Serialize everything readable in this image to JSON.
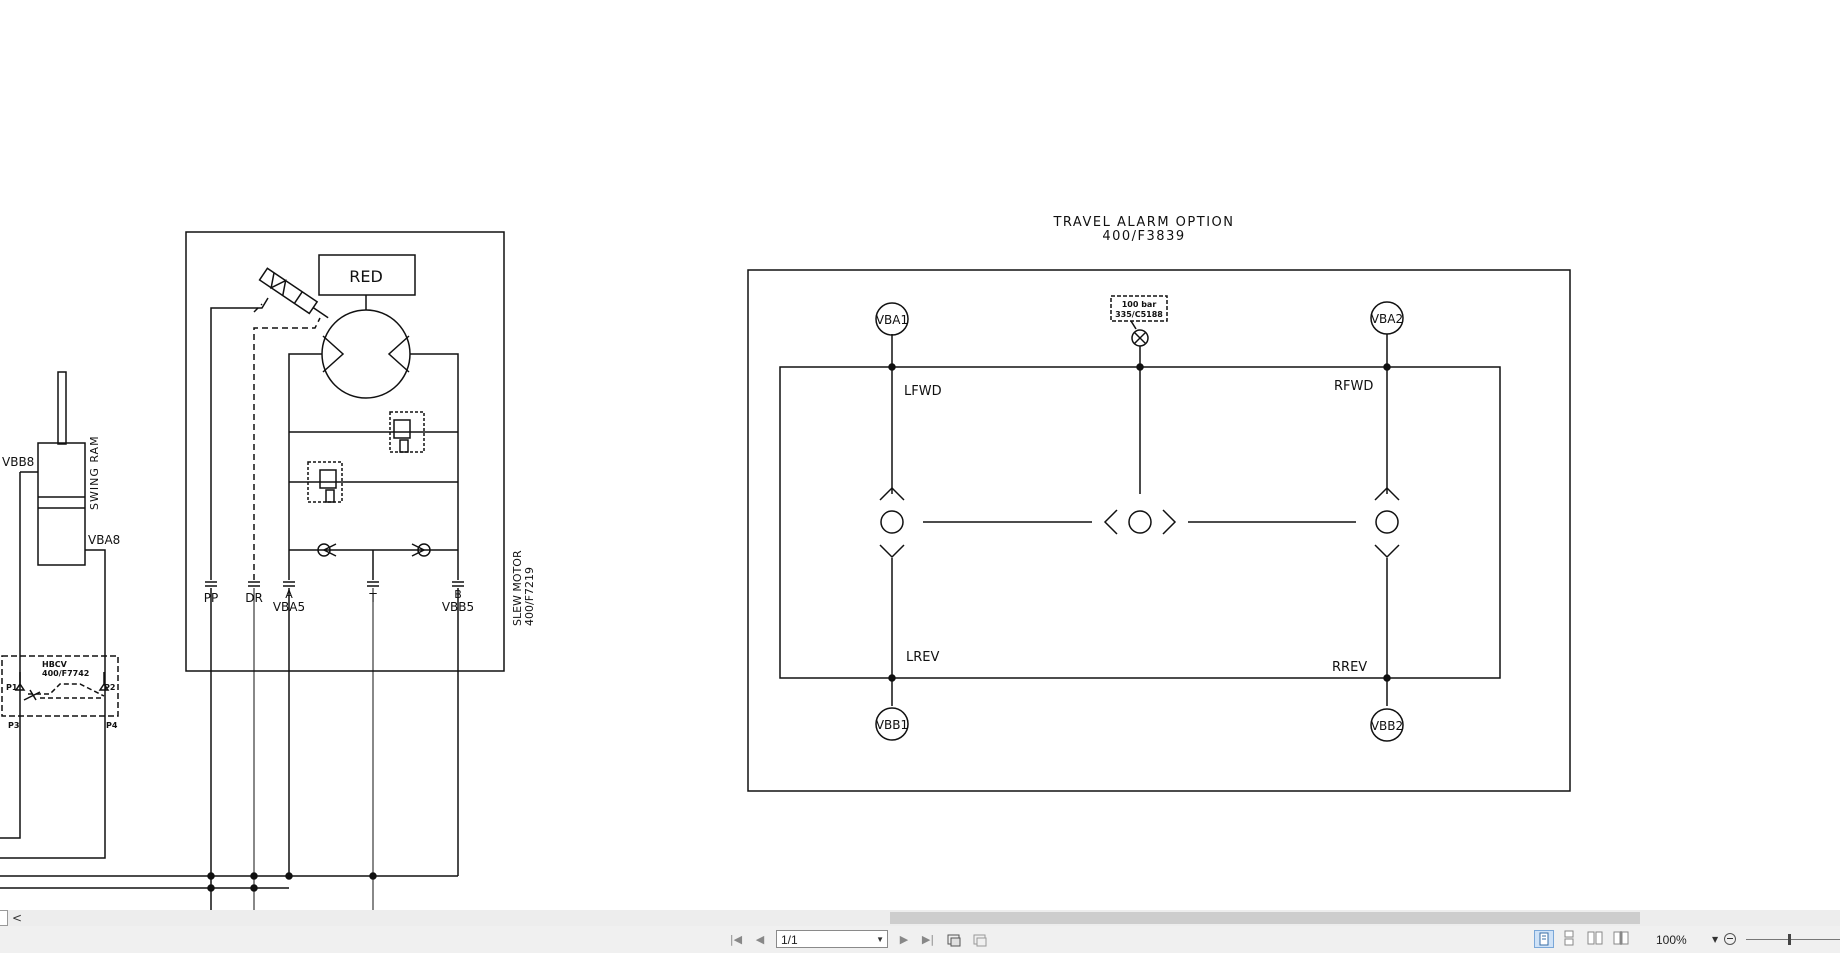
{
  "schematic": {
    "travel_alarm_title": "TRAVEL ALARM OPTION",
    "travel_alarm_part": "400/F3839",
    "ports": {
      "vba1": "VBA1",
      "vba2": "VBA2",
      "vbb1": "VBB1",
      "vbb2": "VBB2",
      "lfwd": "LFWD",
      "rfwd": "RFWD",
      "lrev": "LREV",
      "rrev": "RREV"
    },
    "pressure_switch_line1": "100 bar",
    "pressure_switch_line2": "335/C5188",
    "red_label": "RED",
    "slew_motor_label": "SLEW MOTOR",
    "slew_motor_part": "400/F7219",
    "motor_ports": {
      "pp": "PP",
      "dr": "DR",
      "a": "A",
      "vba5": "VBA5",
      "t": "T",
      "b": "B",
      "vbb5": "VBB5"
    },
    "swing_ram_label": "SWING RAM",
    "vbb8": "VBB8",
    "vba8": "VBA8",
    "hbcv_label": "HBCV",
    "hbcv_part": "400/F7742",
    "hbcv_ports": {
      "p1": "P1",
      "p2": "P2",
      "p3": "P3",
      "p4": "P4"
    }
  },
  "viewer": {
    "page_indicator": "1/1",
    "zoom": "100%"
  },
  "icons": {
    "first_page": "first-page-icon",
    "prev_page": "previous-page-icon",
    "next_page": "next-page-icon",
    "last_page": "last-page-icon",
    "exit_slideshow": "slideshow-icon",
    "slideshow2": "slideshow-alt-icon",
    "single_page": "single-page-view-icon",
    "continuous": "continuous-view-icon",
    "two_page": "two-page-view-icon",
    "book_view": "book-view-icon",
    "zoom_out": "zoom-out-icon"
  }
}
